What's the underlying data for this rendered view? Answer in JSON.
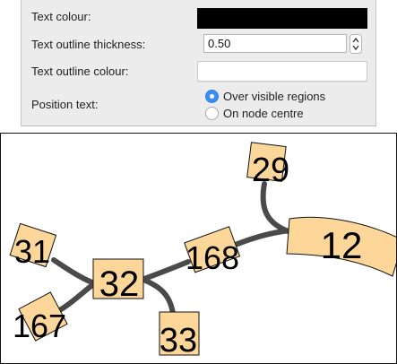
{
  "settings": {
    "text_colour_label": "Text colour:",
    "text_colour_value": "#000000",
    "outline_thickness_label": "Text outline thickness:",
    "outline_thickness_value": "0.50",
    "outline_colour_label": "Text outline colour:",
    "outline_colour_value": "#ffffff",
    "position_text_label": "Position text:",
    "position_options": [
      {
        "label": "Over visible regions",
        "selected": true
      },
      {
        "label": "On node centre",
        "selected": false
      }
    ]
  },
  "tree": {
    "label_fill": "#fdd79a",
    "branch_color": "#4a4a4a",
    "nodes": [
      {
        "id": "29",
        "label": "29"
      },
      {
        "id": "12",
        "label": "12"
      },
      {
        "id": "168",
        "label": "168"
      },
      {
        "id": "31",
        "label": "31"
      },
      {
        "id": "32",
        "label": "32"
      },
      {
        "id": "167",
        "label": "167"
      },
      {
        "id": "33",
        "label": "33"
      }
    ]
  }
}
